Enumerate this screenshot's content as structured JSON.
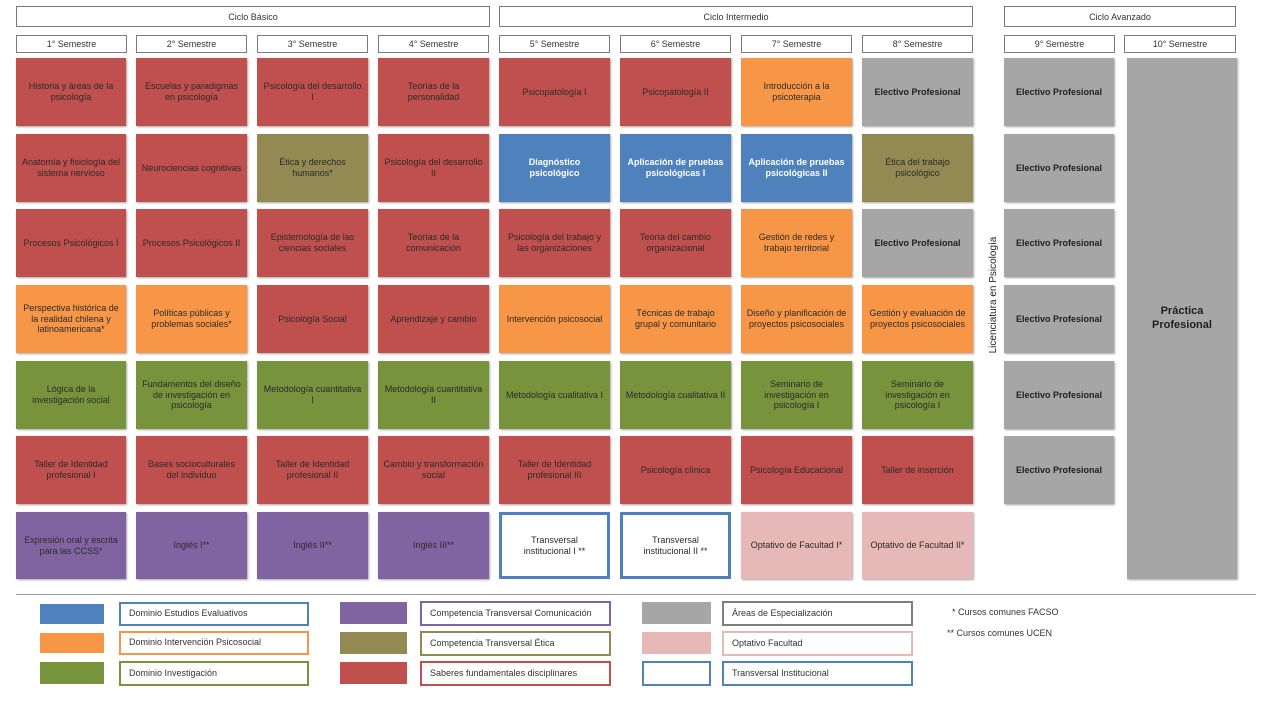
{
  "cycles": [
    "Ciclo Básico",
    "Ciclo Intermedio",
    "Ciclo Avanzado"
  ],
  "semesters": [
    "1° Semestre",
    "2° Semestre",
    "3° Semestre",
    "4° Semestre",
    "5° Semestre",
    "6° Semestre",
    "7° Semestre",
    "8° Semestre",
    "9° Semestre",
    "10° Semestre"
  ],
  "courses": {
    "s1": [
      "Historia y áreas de la psicología",
      "Anatomía y fisiología del sistema nervioso",
      "Procesos Psicológicos I",
      "Perspectiva histórica de la realidad chilena y latinoamericana*",
      "Lógica de la investigación social",
      "Taller de Identidad profesional I",
      "Expresión oral y escrita para las CCSS*"
    ],
    "s2": [
      "Escuelas y paradigmas en psicología",
      "Neurociencias cognitivas",
      "Procesos Psicológicos II",
      "Políticas públicas y problemas sociales*",
      "Fundamentos del diseño de investigación en psicología",
      "Bases socioculturales del individuo",
      "Inglés I**"
    ],
    "s3": [
      "Psicología del desarrollo I",
      "Ética y derechos humanos*",
      "Epistemología de las ciencias sociales",
      "Psicología Social",
      "Metodología cuantitativa I",
      "Taller de Identidad profesional II",
      "Inglés II**"
    ],
    "s4": [
      "Teorías de la personalidad",
      "Psicología del desarrollo II",
      "Teorías de la comunicación",
      "Aprendizaje y cambio",
      "Metodología cuantitativa II",
      "Cambio y transformación social",
      "Inglés III**"
    ],
    "s5": [
      "Psicopatología I",
      "Diagnóstico psicológico",
      "Psicología del trabajo y las organizaciones",
      "Intervención psicosocial",
      "Metodología cualitativa I",
      "Taller de Identidad profesional III",
      "Transversal institucional I **"
    ],
    "s6": [
      "Psicopatología II",
      "Aplicación de pruebas psicológicas I",
      "Teoría del cambio organizacional",
      "Técnicas de trabajo grupal y comunitario",
      "Metodología cualitativa II",
      "Psicología clínica",
      "Transversal institucional II **"
    ],
    "s7": [
      "Introducción a la psicoterapia",
      "Aplicación de pruebas psicológicas II",
      "Gestión de redes y trabajo territorial",
      "Diseño y planificación de proyectos psicosociales",
      "Seminario de investigación en psicología I",
      "Psicología Educacional",
      "Optativo de Facultad I*"
    ],
    "s8": [
      "Electivo Profesional",
      "Ética del trabajo psicológico",
      "Electivo Profesional",
      "Gestión y evaluación de proyectos psicosociales",
      "Seminario de investigación en psicología I",
      "Taller de inserción",
      "Optativo de Facultad II*"
    ],
    "s9": [
      "Electivo Profesional",
      "Electivo Profesional",
      "Electivo Profesional",
      "Electivo Profesional",
      "Electivo Profesional",
      "Electivo Profesional"
    ],
    "s10": "Práctica Profesional"
  },
  "licenciatura": "Licenciatura en Psicología",
  "legend": [
    "Dominio Estudios Evaluativos",
    "Dominio Intervención Psicosocial",
    "Dominio Investigación",
    "Competencia Transversal Comunicación",
    "Competencia Transversal Ética",
    "Saberes fundamentales disciplinares",
    "Áreas de Especialización",
    "Optativo Facultad",
    "Transversal Institucional"
  ],
  "notes": [
    "* Cursos comunes FACSO",
    "** Cursos comunes UCEN"
  ],
  "colors": {
    "estudios_evaluativos": "#4f81bd",
    "intervencion_psicosocial": "#f79646",
    "investigacion": "#77933c",
    "transversal_comunicacion": "#8064a2",
    "transversal_etica": "#938953",
    "saberes_fundamentales": "#c0504d",
    "especializacion": "#a6a6a6",
    "optativo_facultad": "#e6b9b8",
    "transversal_institucional": "#ffffff"
  }
}
